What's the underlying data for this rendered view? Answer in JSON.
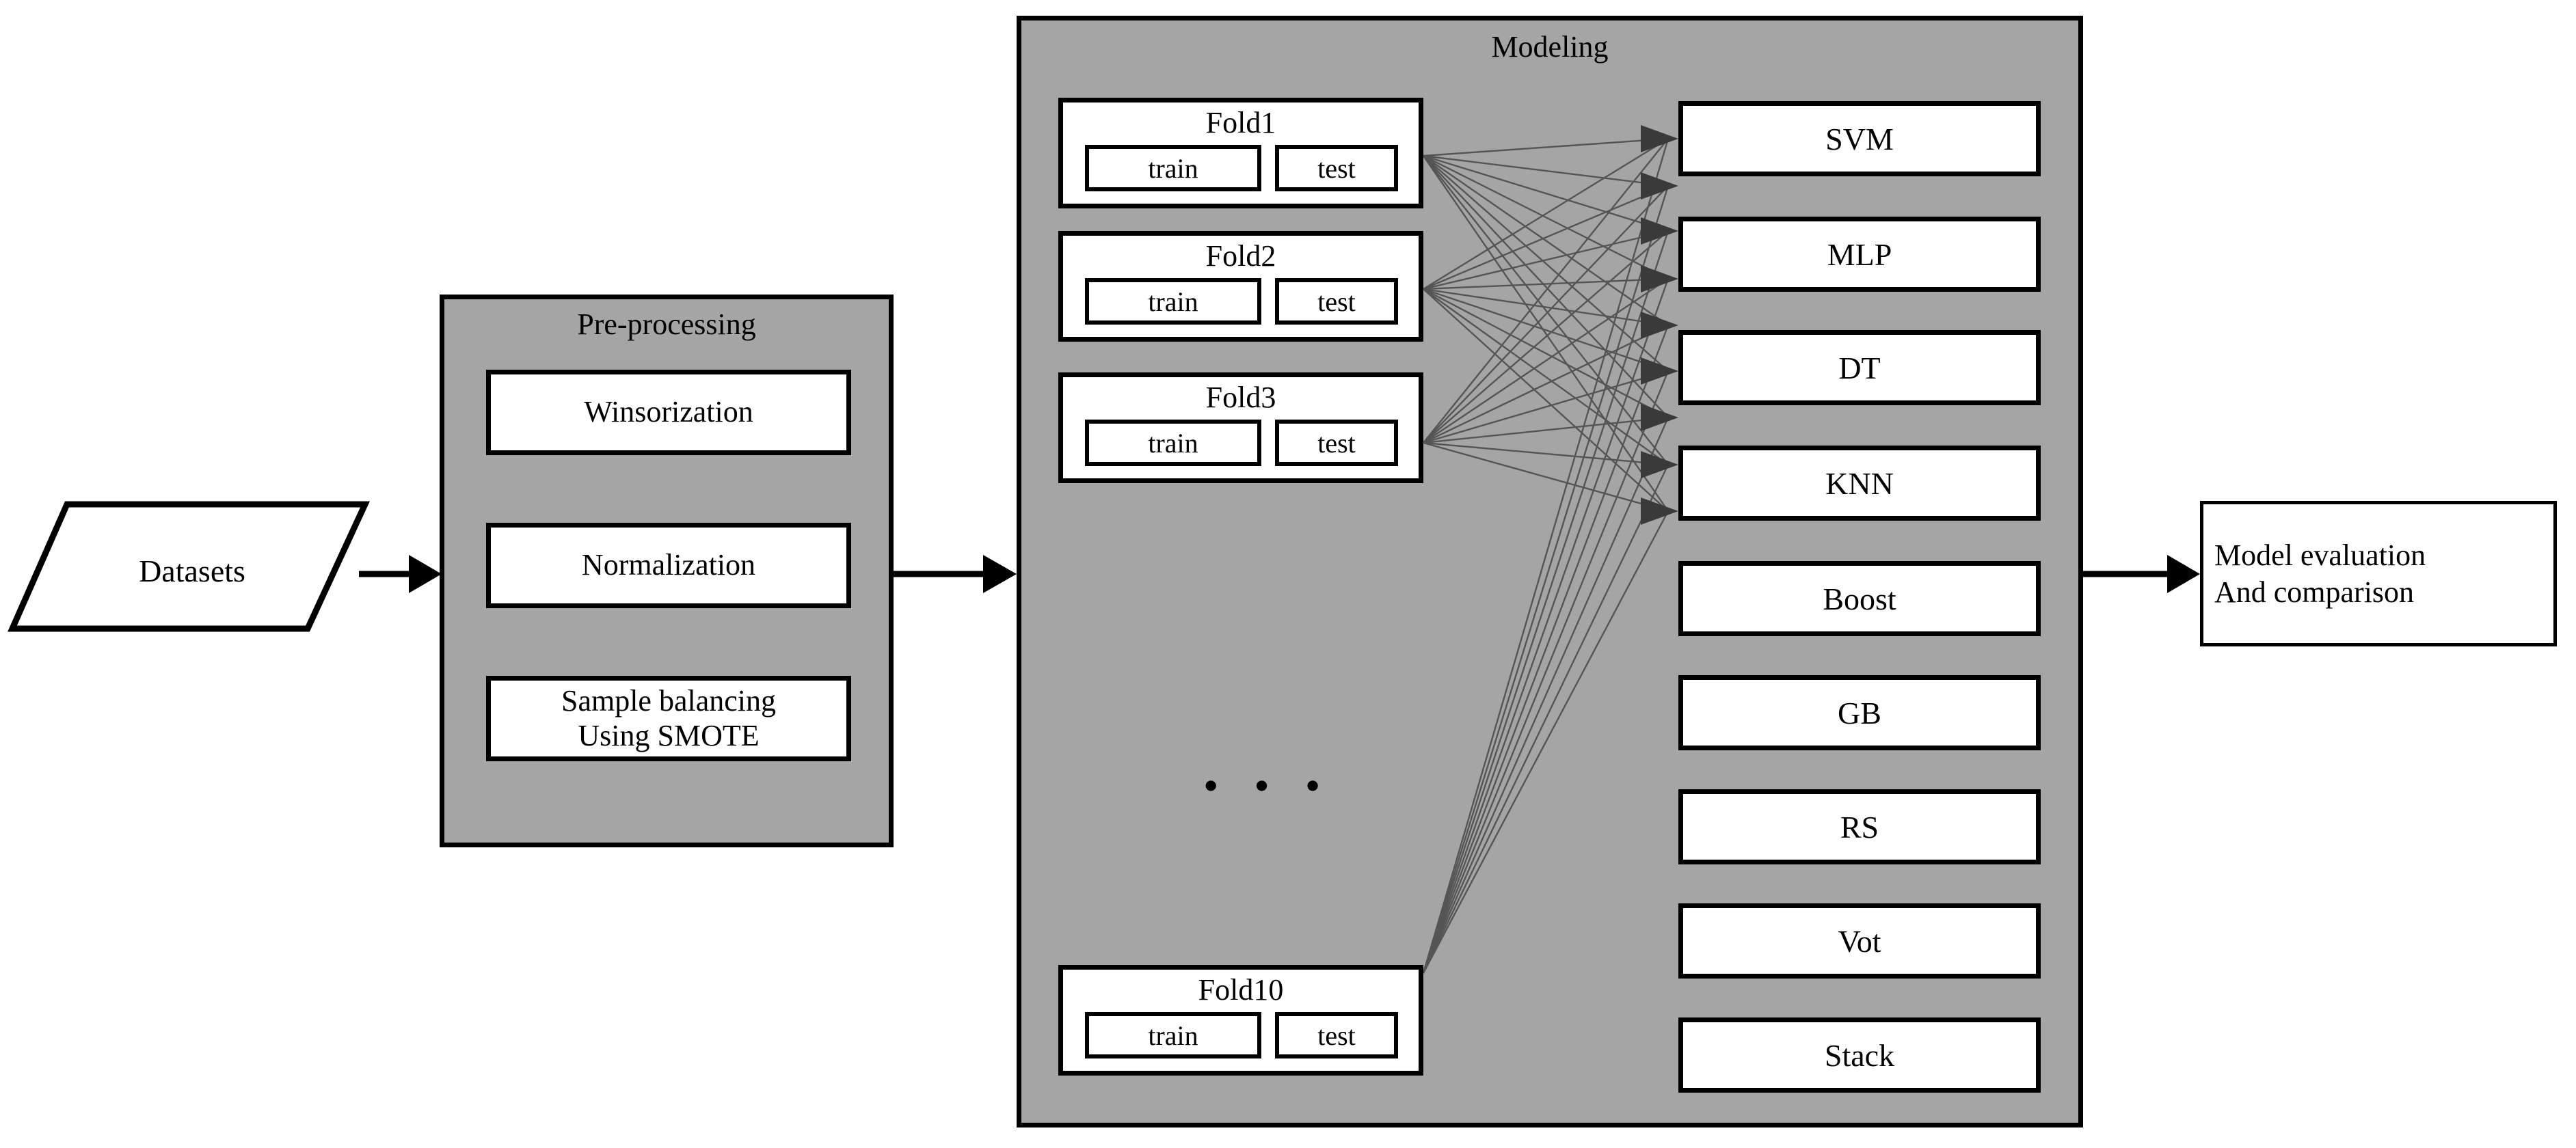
{
  "diagram": {
    "type": "flowchart",
    "background": "#ffffff",
    "panel_fill": "#a5a5a5",
    "stroke": "#000000"
  },
  "datasets": {
    "label": "Datasets"
  },
  "preprocessing": {
    "title": "Pre-processing",
    "steps": [
      {
        "label": "Winsorization"
      },
      {
        "label": "Normalization"
      },
      {
        "label_line1": "Sample balancing",
        "label_line2": "Using SMOTE"
      }
    ]
  },
  "modeling": {
    "title": "Modeling",
    "ellipsis": "• • •",
    "folds": [
      {
        "name": "Fold1",
        "train": "train",
        "test": "test"
      },
      {
        "name": "Fold2",
        "train": "train",
        "test": "test"
      },
      {
        "name": "Fold3",
        "train": "train",
        "test": "test"
      },
      {
        "name": "Fold10",
        "train": "train",
        "test": "test"
      }
    ],
    "models": [
      {
        "label": "SVM"
      },
      {
        "label": "MLP"
      },
      {
        "label": "DT"
      },
      {
        "label": "KNN"
      },
      {
        "label": "Boost"
      },
      {
        "label": "GB"
      },
      {
        "label": "RS"
      },
      {
        "label": "Vot"
      },
      {
        "label": "Stack"
      }
    ]
  },
  "evaluation": {
    "line1": "Model evaluation",
    "line2": "And comparison"
  }
}
